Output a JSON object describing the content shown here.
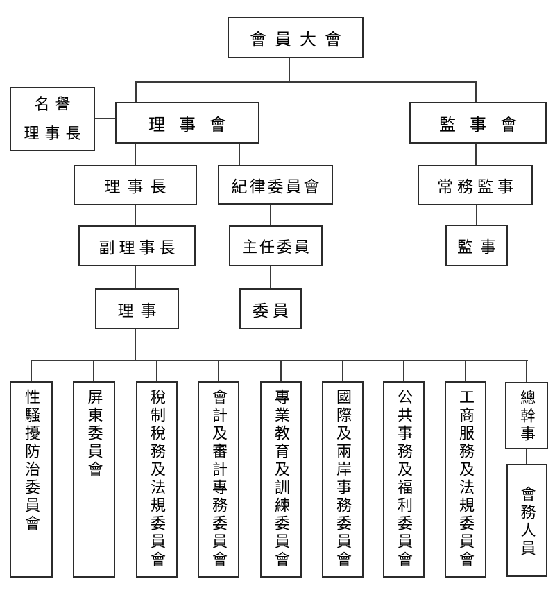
{
  "page": {
    "background": "#ffffff",
    "line_color": "#3a3a3a",
    "border_color": "#2b2b2b"
  },
  "diagram": {
    "type": "org-chart",
    "nodes": {
      "general_assembly": {
        "label": "會員大會"
      },
      "honorary_chairman": {
        "label": "名譽理事長",
        "lines": [
          "名譽",
          "理事長"
        ]
      },
      "board_of_directors": {
        "label": "理事會"
      },
      "board_of_supervisors": {
        "label": "監事會"
      },
      "chairman": {
        "label": "理事長"
      },
      "discipline_committee": {
        "label": "紀律委員會"
      },
      "standing_supervisor": {
        "label": "常務監事"
      },
      "vice_chairman": {
        "label": "副理事長"
      },
      "chief_commissioner": {
        "label": "主任委員"
      },
      "supervisor": {
        "label": "監事"
      },
      "director": {
        "label": "理事"
      },
      "commissioner": {
        "label": "委員"
      },
      "committee_sexual_harassment_prevention": {
        "label": "性騷擾防治委員會"
      },
      "committee_pingtung": {
        "label": "屏東委員會"
      },
      "committee_tax_system_and_regulations": {
        "label": "稅制稅務及法規委員會"
      },
      "committee_accounting_and_audit": {
        "label": "會計及審計專務委員會"
      },
      "committee_professional_education_training": {
        "label": "專業教育及訓練委員會"
      },
      "committee_international_cross_strait": {
        "label": "國際及兩岸事務委員會"
      },
      "committee_public_affairs_welfare": {
        "label": "公共事務及福利委員會"
      },
      "committee_business_service_regulations": {
        "label": "工商服務及法規委員會"
      },
      "secretary_general": {
        "label": "總幹事"
      },
      "association_staff": {
        "label": "會務人員"
      }
    },
    "edges": [
      [
        "general_assembly",
        "board_of_directors"
      ],
      [
        "general_assembly",
        "board_of_supervisors"
      ],
      [
        "honorary_chairman",
        "board_of_directors"
      ],
      [
        "board_of_directors",
        "chairman"
      ],
      [
        "board_of_directors",
        "discipline_committee"
      ],
      [
        "board_of_supervisors",
        "standing_supervisor"
      ],
      [
        "chairman",
        "vice_chairman"
      ],
      [
        "discipline_committee",
        "chief_commissioner"
      ],
      [
        "standing_supervisor",
        "supervisor"
      ],
      [
        "vice_chairman",
        "director"
      ],
      [
        "chief_commissioner",
        "commissioner"
      ],
      [
        "director",
        "committee_sexual_harassment_prevention"
      ],
      [
        "director",
        "committee_pingtung"
      ],
      [
        "director",
        "committee_tax_system_and_regulations"
      ],
      [
        "director",
        "committee_accounting_and_audit"
      ],
      [
        "director",
        "committee_professional_education_training"
      ],
      [
        "director",
        "committee_international_cross_strait"
      ],
      [
        "director",
        "committee_public_affairs_welfare"
      ],
      [
        "director",
        "committee_business_service_regulations"
      ],
      [
        "director",
        "secretary_general"
      ],
      [
        "secretary_general",
        "association_staff"
      ]
    ]
  }
}
